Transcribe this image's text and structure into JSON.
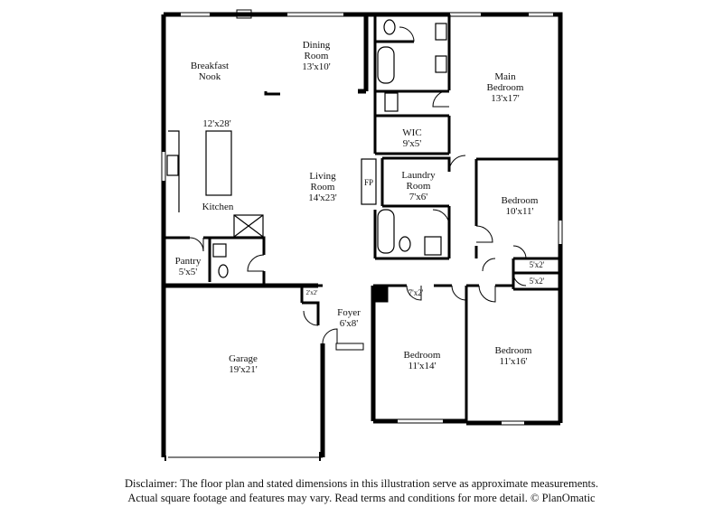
{
  "rooms": {
    "breakfast": {
      "name": "Breakfast Nook"
    },
    "dining": {
      "name": "Dining Room",
      "dims": "13'x10'"
    },
    "main_bedroom": {
      "name": "Main Bedroom",
      "dims": "13'x17'"
    },
    "kitchen_dims": "12'x28'",
    "kitchen": {
      "name": "Kitchen"
    },
    "wic": {
      "name": "WIC",
      "dims": "9'x5'"
    },
    "living": {
      "name": "Living Room",
      "dims": "14'x23'"
    },
    "fp": "FP",
    "laundry": {
      "name": "Laundry Room",
      "dims": "7'x6'"
    },
    "bedroom2": {
      "name": "Bedroom",
      "dims": "10'x11'"
    },
    "pantry": {
      "name": "Pantry",
      "dims": "5'x5'"
    },
    "closet_a": "5'x2'",
    "closet_b": "5'x2'",
    "closet_small": "2'x2'",
    "closet_c": "7'x2'",
    "foyer": {
      "name": "Foyer",
      "dims": "6'x8'"
    },
    "garage": {
      "name": "Garage",
      "dims": "19'x21'"
    },
    "bedroom3": {
      "name": "Bedroom",
      "dims": "11'x14'"
    },
    "bedroom4": {
      "name": "Bedroom",
      "dims": "11'x16'"
    }
  },
  "disclaimer": {
    "line1": "Disclaimer: The floor plan and stated dimensions in this illustration serve as approximate measurements.",
    "line2": "Actual square footage and features may vary. Read terms and conditions for more detail. © PlanOmatic"
  }
}
